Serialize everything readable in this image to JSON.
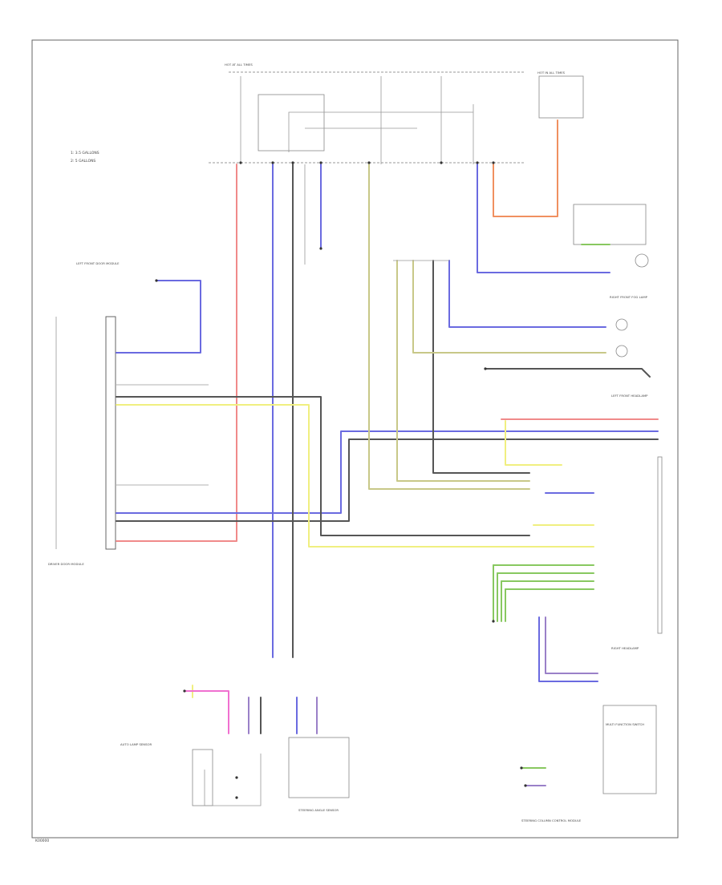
{
  "diagram": {
    "footer_code": "K00000",
    "legend": [
      "1: 3.5 GALLONS",
      "2: 5 GALLONS"
    ],
    "labels": {
      "top_center": "HOT AT ALL TIMES",
      "top_right": "HOT IN ALL TIMES",
      "left_module": "LEFT FRONT DOOR MODULE",
      "door_module": "DRIVER DOOR MODULE",
      "right_front_lamp": "RIGHT FRONT FOG LAMP",
      "left_front_lamp": "LEFT FRONT HEADLAMP",
      "right_headlamp": "RIGHT HEADLAMP",
      "lower_left": "AUTO LAMP SENSOR",
      "steering_sensor": "STEERING ANGLE SENSOR",
      "bottom_right": "MULTI FUNCTION SWITCH",
      "bottom_right_caption": "STEERING COLUMN CONTROL MODULE"
    }
  },
  "colors": {
    "red": "#f08a8a",
    "blue": "#6a6ae0",
    "yellow": "#f0ef80",
    "gray": "#555555",
    "orange": "#f09060",
    "green": "#88c860",
    "pink": "#f070d0",
    "purple": "#9a80c8",
    "olive": "#c8c888"
  }
}
